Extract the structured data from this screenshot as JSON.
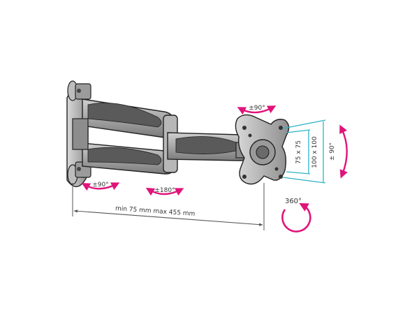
{
  "labels": {
    "wall_tilt": "±90°",
    "middle_swivel": "±180°",
    "head_swivel": "±90°",
    "rotation": "360°",
    "tilt": "± 90°",
    "vesa_small": "75 x 75",
    "vesa_large": "100 x 100",
    "extension": "min 75 mm max 455 mm"
  },
  "colors": {
    "metal": "#a9a9a9",
    "metal_dark": "#5a5a5a",
    "metal_light": "#d7d7d7",
    "outline": "#222222",
    "arrow": "#e0147a",
    "dimension": "#2bb3c5",
    "guide": "#555555"
  }
}
